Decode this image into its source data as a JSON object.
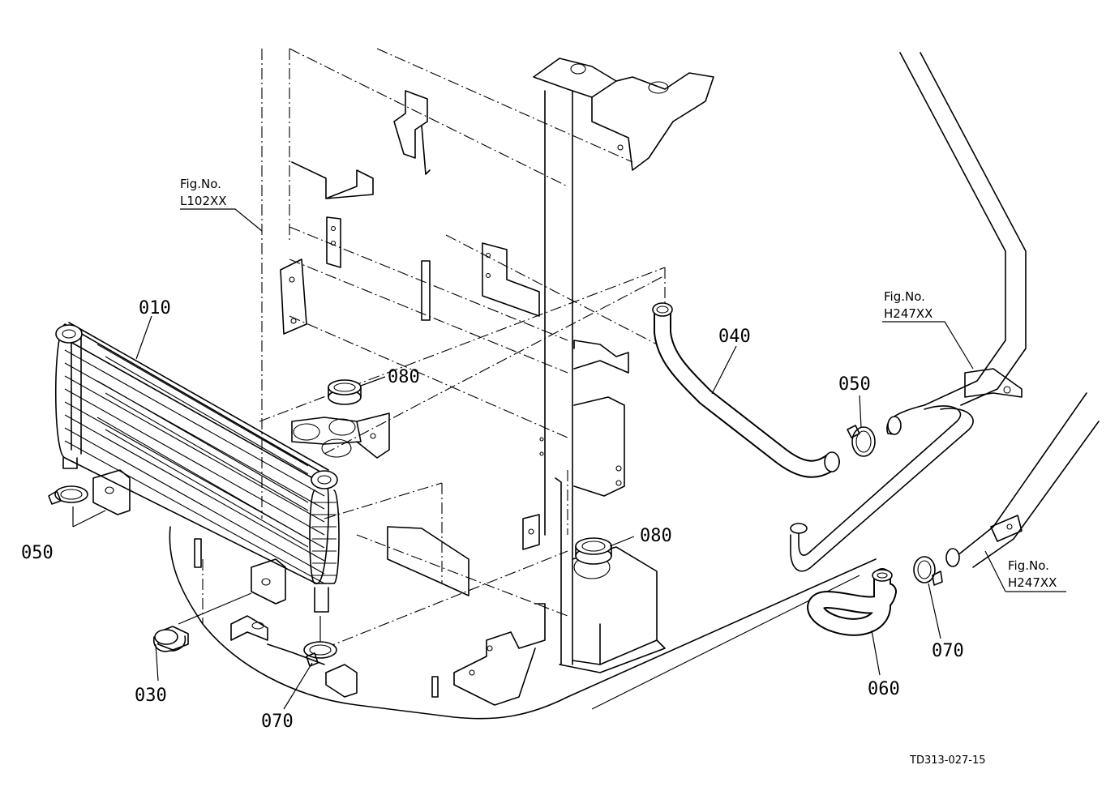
{
  "parts": [
    {
      "number": "010",
      "name": "oil-cooler"
    },
    {
      "number": "030",
      "name": "bolt"
    },
    {
      "number": "040",
      "name": "hose"
    },
    {
      "number": "050",
      "name": "hose-clamp"
    },
    {
      "number": "050",
      "name": "hose-clamp"
    },
    {
      "number": "060",
      "name": "hose"
    },
    {
      "number": "070",
      "name": "hose-clamp"
    },
    {
      "number": "070",
      "name": "hose-clamp"
    },
    {
      "number": "080",
      "name": "grommet"
    },
    {
      "number": "080",
      "name": "grommet"
    }
  ],
  "figure_refs": [
    {
      "line1": "Fig.No.",
      "line2": "L102XX"
    },
    {
      "line1": "Fig.No.",
      "line2": "H247XX"
    },
    {
      "line1": "Fig.No.",
      "line2": "H247XX"
    }
  ],
  "drawing_code": "TD313-027-15"
}
